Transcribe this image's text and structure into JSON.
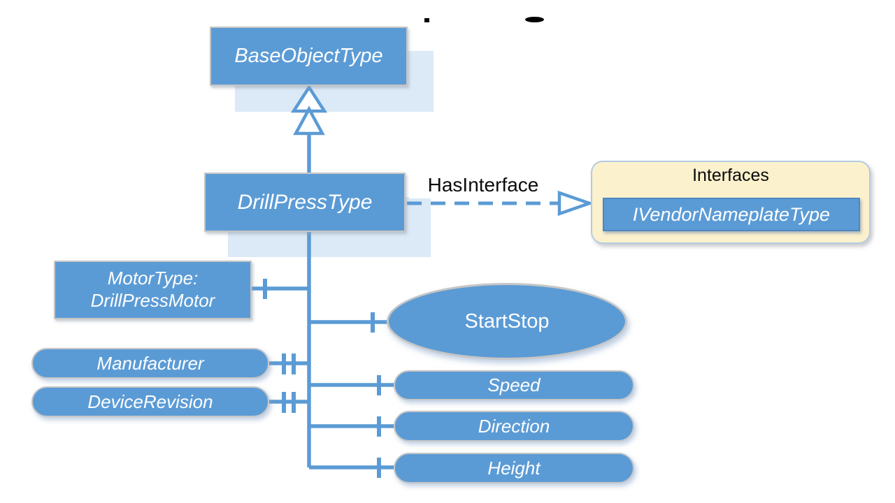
{
  "colors": {
    "node_fill": "#5b9bd5",
    "node_border_gray": "#c6c6c6",
    "connector_blue": "#5b9bd5",
    "shadow_light_blue": "#dce9f6",
    "interfaces_fill": "#fcf1cd",
    "interfaces_border": "#b4cce1",
    "inner_node_border": "#4d87c0",
    "node_text": "#ffffff",
    "label_text": "#0b0b0b"
  },
  "nodes": {
    "base_object_type": {
      "label": "BaseObjectType"
    },
    "drill_press_type": {
      "label": "DrillPressType"
    },
    "motor_type": {
      "line1": "MotorType:",
      "line2": "DrillPressMotor"
    },
    "start_stop": {
      "label": "StartStop"
    },
    "manufacturer": {
      "label": "Manufacturer"
    },
    "device_revision": {
      "label": "DeviceRevision"
    },
    "speed": {
      "label": "Speed"
    },
    "direction": {
      "label": "Direction"
    },
    "height": {
      "label": "Height"
    }
  },
  "interfaces_group": {
    "title": "Interfaces",
    "member_label": "IVendorNameplateType"
  },
  "edges": {
    "has_interface_label": "HasInterface"
  }
}
